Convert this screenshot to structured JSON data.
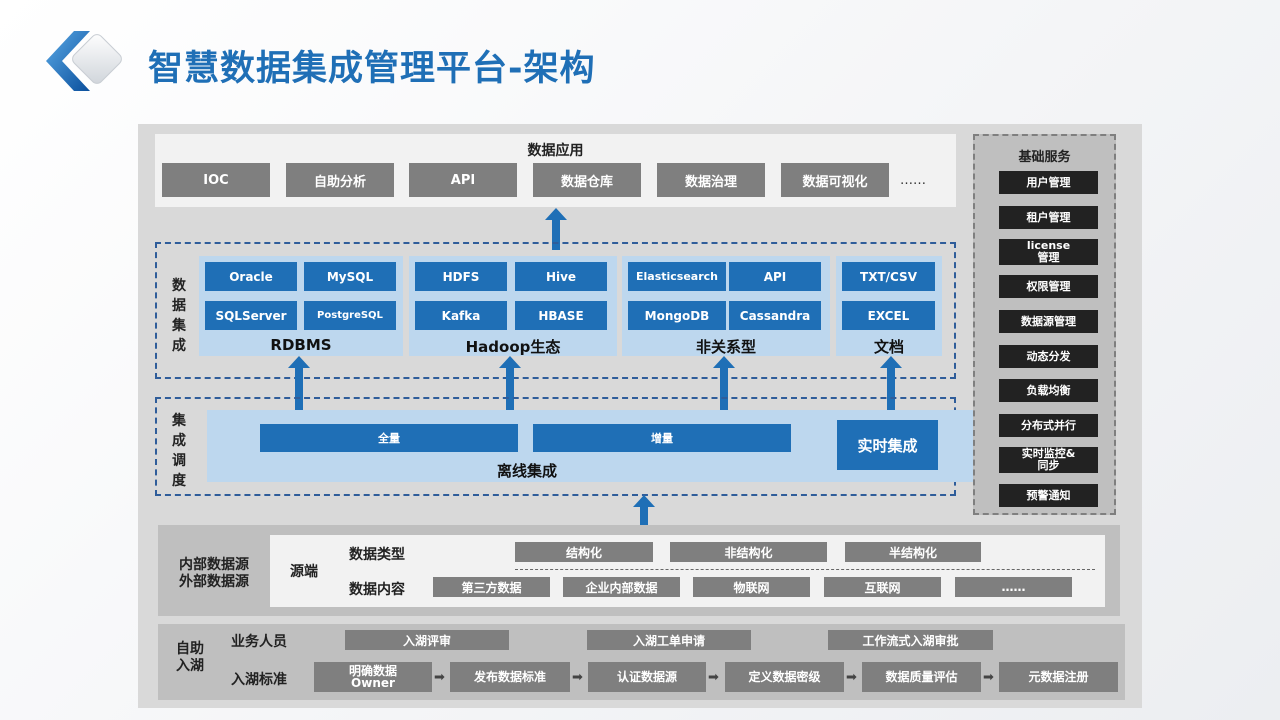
{
  "title": "智慧数据集成管理平台-架构",
  "app_layer": {
    "title": "数据应用",
    "items": [
      "IOC",
      "自助分析",
      "API",
      "数据仓库",
      "数据治理",
      "数据可视化"
    ],
    "ellipsis": "……"
  },
  "integration": {
    "label": [
      "数",
      "据",
      "集",
      "成"
    ],
    "groups": [
      {
        "name": "RDBMS",
        "chips": [
          "Oracle",
          "MySQL",
          "SQLServer",
          "PostgreSQL"
        ]
      },
      {
        "name": "Hadoop生态",
        "chips": [
          "HDFS",
          "Hive",
          "Kafka",
          "HBASE"
        ]
      },
      {
        "name": "非关系型",
        "chips": [
          "Elasticsearch",
          "API",
          "MongoDB",
          "Cassandra"
        ]
      },
      {
        "name": "文档",
        "chips": [
          "TXT/CSV",
          "EXCEL"
        ]
      }
    ]
  },
  "schedule": {
    "label": [
      "集",
      "成",
      "调",
      "度"
    ],
    "offline": {
      "name": "离线集成",
      "full": "全量",
      "incremental": "增量"
    },
    "realtime": "实时集成"
  },
  "base_services": {
    "title": "基础服务",
    "items": [
      "用户管理",
      "租户管理",
      "license\n管理",
      "权限管理",
      "数据源管理",
      "动态分发",
      "负载均衡",
      "分布式并行",
      "实时监控&\n同步",
      "预警通知"
    ]
  },
  "sources": {
    "side_label_1": "内部数据源",
    "side_label_2": "外部数据源",
    "source_label": "源端",
    "type_label": "数据类型",
    "types": [
      "结构化",
      "非结构化",
      "半结构化"
    ],
    "content_label": "数据内容",
    "contents": [
      "第三方数据",
      "企业内部数据",
      "物联网",
      "互联网",
      "……"
    ]
  },
  "self_service": {
    "label_1": "自助",
    "label_2": "入湖",
    "staff_label": "业务人员",
    "staff_items": [
      "入湖评审",
      "入湖工单申请",
      "工作流式入湖审批"
    ],
    "standard_label": "入湖标准",
    "steps": [
      "明确数据\nOwner",
      "发布数据标准",
      "认证数据源",
      "定义数据密级",
      "数据质量评估",
      "元数据注册"
    ]
  },
  "colors": {
    "title_blue": "#1f6fb6",
    "chip_blue": "#1f6fb6",
    "group_bg": "#bdd7ee",
    "gray_chip": "#7f7f7f",
    "service_chip": "#222222"
  }
}
